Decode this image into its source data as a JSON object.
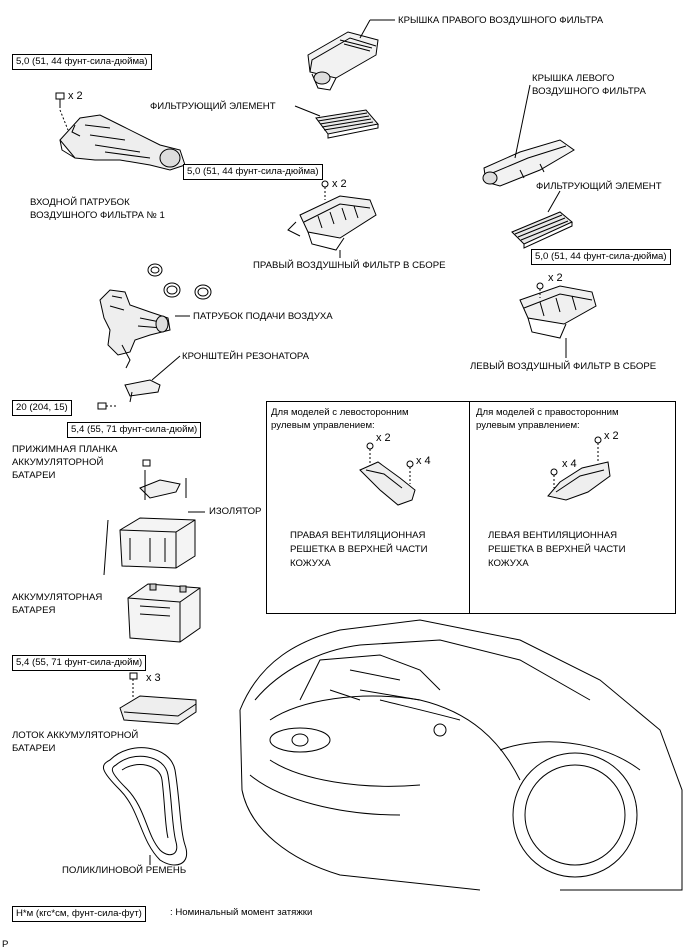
{
  "labels": {
    "right_cover": "КРЫШКА ПРАВОГО ВОЗДУШНОГО ФИЛЬТРА",
    "filter_element_right": "ФИЛЬТРУЮЩИЙ ЭЛЕМЕНТ",
    "left_cover_line1": "КРЫШКА ЛЕВОГО",
    "left_cover_line2": "ВОЗДУШНОГО ФИЛЬТРА",
    "filter_element_left": "ФИЛЬТРУЮЩИЙ ЭЛЕМЕНТ",
    "inlet_line1": "ВХОДНОЙ ПАТРУБОК",
    "inlet_line2": "ВОЗДУШНОГО ФИЛЬТРА № 1",
    "right_filter_assy": "ПРАВЫЙ ВОЗДУШНЫЙ ФИЛЬТР В СБОРЕ",
    "left_filter_assy": "ЛЕВЫЙ ВОЗДУШНЫЙ ФИЛЬТР В СБОРЕ",
    "air_duct": "ПАТРУБОК ПОДАЧИ ВОЗДУХА",
    "resonator_bracket": "КРОНШТЕЙН РЕЗОНАТОРА",
    "clamp_line1": "ПРИЖИМНАЯ ПЛАНКА",
    "clamp_line2": "АККУМУЛЯТОРНОЙ",
    "clamp_line3": "БАТАРЕИ",
    "insulator": "ИЗОЛЯТОР",
    "battery_line1": "АККУМУЛЯТОРНАЯ",
    "battery_line2": "БАТАРЕЯ",
    "tray_line1": "ЛОТОК АККУМУЛЯТОРНОЙ",
    "tray_line2": "БАТАРЕИ",
    "belt": "ПОЛИКЛИНОВОЙ РЕМЕНЬ",
    "legend_desc": ": Номинальный момент затяжки",
    "corner_letter": "P"
  },
  "torques": {
    "t1": "5,0 (51, 44 фунт-сила-дюйма)",
    "t2": "5,0 (51, 44 фунт-сила-дюйма)",
    "t3": "5,0 (51, 44 фунт-сила-дюйма)",
    "t4": "20 (204, 15)",
    "t5": "5,4 (55, 71 фунт-сила-дюйм)",
    "t6": "5,4 (55, 71 фунт-сила-дюйм)",
    "legend": "Н*м (кгс*см, фунт-сила-фут)"
  },
  "multipliers": {
    "m1": "x 2",
    "m2": "x 2",
    "m3": "x 2",
    "m4": "x 3",
    "m_left_a": "x 2",
    "m_left_b": "x 4",
    "m_right_a": "x 2",
    "m_right_b": "x 4"
  },
  "inset": {
    "left_title_line1": "Для моделей с левосторонним",
    "left_title_line2": "рулевым управлением:",
    "left_part_line1": "ПРАВАЯ ВЕНТИЛЯЦИОННАЯ",
    "left_part_line2": "РЕШЕТКА В ВЕРХНЕЙ ЧАСТИ",
    "left_part_line3": "КОЖУХА",
    "right_title_line1": "Для моделей с правосторонним",
    "right_title_line2": "рулевым управлением:",
    "right_part_line1": "ЛЕВАЯ ВЕНТИЛЯЦИОННАЯ",
    "right_part_line2": "РЕШЕТКА В ВЕРХНЕЙ ЧАСТИ",
    "right_part_line3": "КОЖУХА"
  }
}
